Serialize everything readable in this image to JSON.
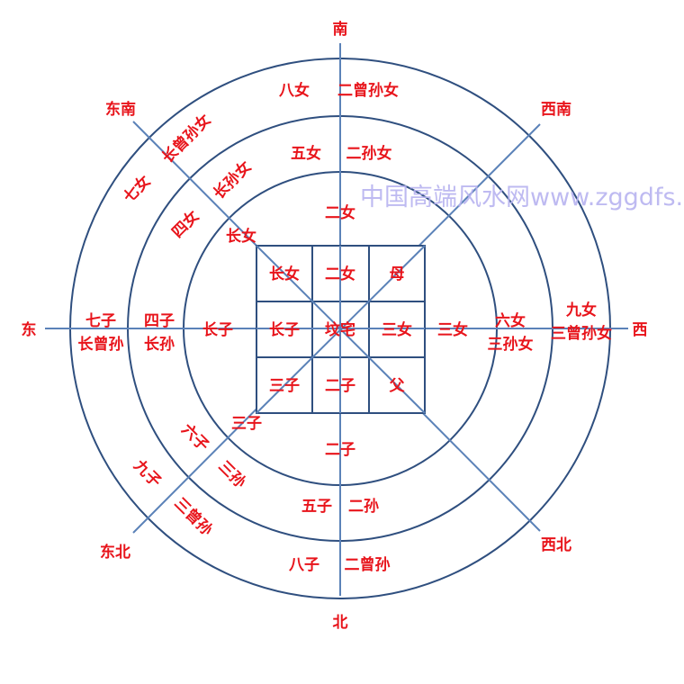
{
  "directions": {
    "south": "南",
    "north": "北",
    "east": "东",
    "west": "西",
    "southeast": "东南",
    "southwest": "西南",
    "northeast": "东北",
    "northwest": "西北"
  },
  "watermark": "中国高端风水网www.zggdfs.com",
  "grid": {
    "top_left": "长女",
    "top_center": "二女",
    "top_right": "母",
    "mid_left": "长子",
    "center": "坟宅",
    "mid_right": "三女",
    "bottom_left": "三子",
    "bottom_center": "二子",
    "bottom_right": "父"
  },
  "ring1": {
    "s": "二女",
    "se": "长女",
    "e": "长子",
    "w": "三女",
    "ne": "三子",
    "n": "二子"
  },
  "ring2": {
    "s_left": "五女",
    "s_right": "二孙女",
    "se_outer": "长孙女",
    "se_inner": "四女",
    "e_top": "四子",
    "e_bottom": "长孙",
    "w_top": "六女",
    "w_bottom": "三孙女",
    "ne_outer": "六子",
    "ne_inner": "三孙",
    "n_left": "五子",
    "n_right": "二孙"
  },
  "ring3": {
    "s_left": "八女",
    "s_right": "二曾孙女",
    "se_outer": "长曾孙女",
    "se_inner": "七女",
    "e_top": "七子",
    "e_bottom": "长曾孙",
    "w_top": "九女",
    "w_bottom": "三曾孙女",
    "ne_outer": "九子",
    "ne_inner": "三曾孙",
    "n_left": "八子",
    "n_right": "二曾孙"
  }
}
